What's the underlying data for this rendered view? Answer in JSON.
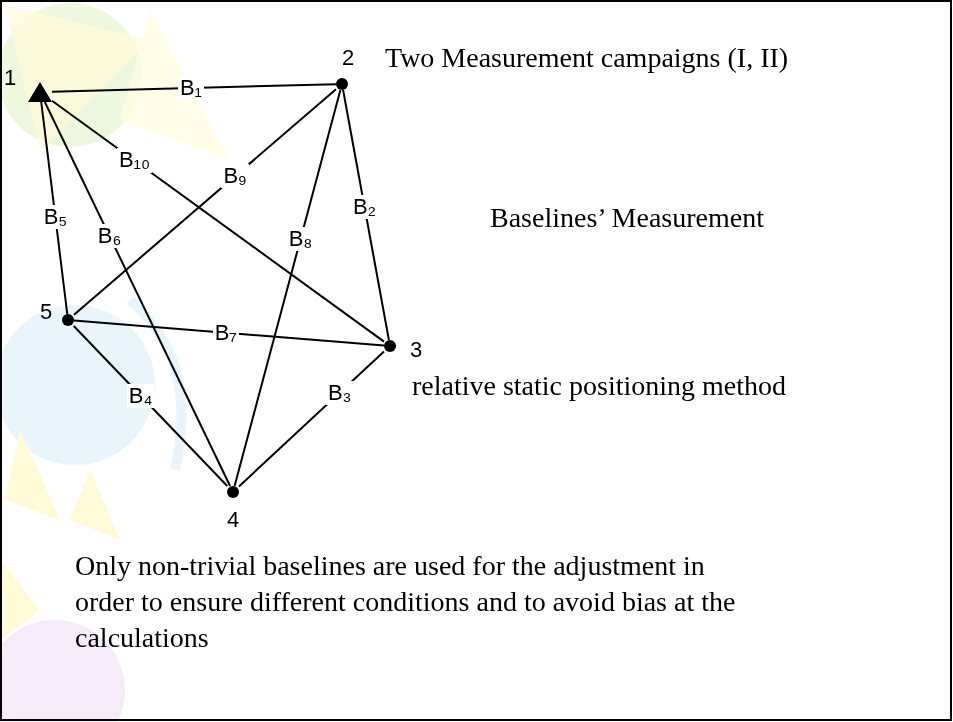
{
  "diagram": {
    "nodes": [
      {
        "text": [
          "1"
        ]
      },
      {
        "text": [
          "2"
        ]
      },
      {
        "text": [
          "3"
        ]
      },
      {
        "text": [
          "4"
        ]
      },
      {
        "text": [
          "5"
        ]
      }
    ],
    "edges": [
      {
        "from": 0,
        "to": 1,
        "arrow": "none",
        "label": "B₁"
      },
      {
        "from": 1,
        "to": 2,
        "arrow": "none",
        "label": "B₂"
      },
      {
        "from": 2,
        "to": 3,
        "arrow": "none",
        "label": "B₃"
      },
      {
        "from": 3,
        "to": 4,
        "arrow": "none",
        "label": "B₄"
      },
      {
        "from": 4,
        "to": 0,
        "arrow": "none",
        "label": "B₅"
      },
      {
        "from": 0,
        "to": 3,
        "arrow": "none",
        "label": "B₆"
      },
      {
        "from": 4,
        "to": 2,
        "arrow": "none",
        "label": "B₇"
      },
      {
        "from": 1,
        "to": 3,
        "arrow": "none",
        "label": "B₈"
      },
      {
        "from": 1,
        "to": 4,
        "arrow": "none",
        "label": "B₉"
      },
      {
        "from": 0,
        "to": 2,
        "arrow": "none",
        "label": "B₁₀"
      }
    ],
    "labels": [
      "Two Measurement campaigns (I, II)",
      "Baselines’ Measurement",
      "relative static positioning method",
      "Only non-trivial baselines are used for the adjustment in order to ensure different conditions and to avoid bias at the calculations"
    ]
  }
}
